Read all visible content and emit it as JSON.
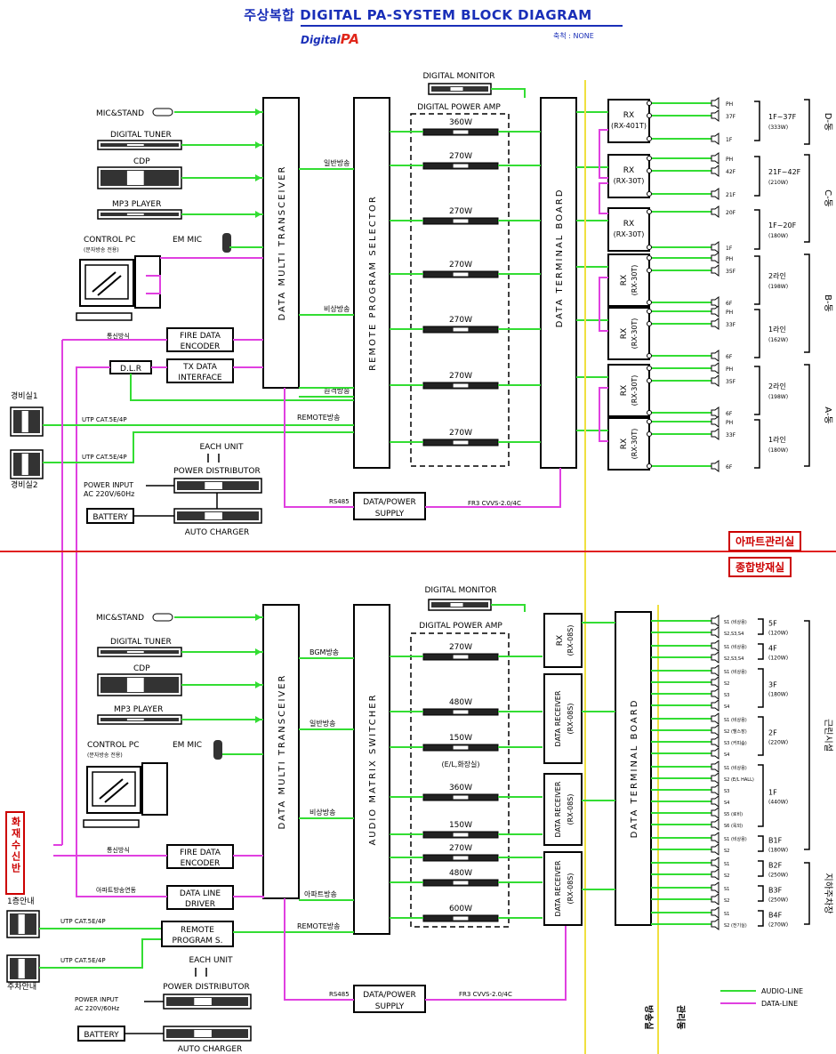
{
  "header": {
    "title": "주상복합 DIGITAL PA-SYSTEM BLOCK DIAGRAM",
    "logo_text": "Digital",
    "logo_accent": "PA",
    "scale": "축척 : NONE"
  },
  "colors": {
    "audio_line": "#33dd33",
    "data_line": "#e040e0",
    "divider": "#e02020",
    "title": "#1a2fb8",
    "vertical_bus": "#f0e040"
  },
  "rooms": {
    "top": "아파트관리실",
    "bottom": "종합방재실",
    "fire_box": "화재수신반"
  },
  "top": {
    "sources": [
      "MIC&STAND",
      "DIGITAL TUNER",
      "CDP",
      "MP3 PLAYER",
      "CONTROL PC",
      "(문자방송 전용)",
      "EM MIC"
    ],
    "transceiver": "DATA MULTI TRANSCEIVER",
    "selector": "REMOTE PROGRAM SELECTOR",
    "terminal": "DATA TERMINAL BOARD",
    "monitor": "DIGITAL MONITOR",
    "amp_title": "DIGITAL POWER AMP",
    "amps": [
      "360W",
      "270W",
      "270W",
      "270W",
      "270W",
      "270W",
      "270W"
    ],
    "fire_encoder": [
      "FIRE DATA",
      "ENCODER"
    ],
    "tx_data": [
      "TX DATA",
      "INTERFACE"
    ],
    "dlr": "D.L.R",
    "comm": "통신방식",
    "ch": [
      "일반방송",
      "비상방송",
      "원격방송",
      "REMOTE방송"
    ],
    "guard1": "경비실1",
    "guard2": "경비실2",
    "utp": "UTP CAT.5E/4P",
    "each_unit": "EACH UNIT",
    "power_dist": "POWER DISTRIBUTOR",
    "power_input": [
      "POWER INPUT",
      "AC 220V/60Hz"
    ],
    "battery": "BATTERY",
    "auto_charger": "AUTO CHARGER",
    "rs485": "RS485",
    "supply": [
      "DATA/POWER",
      "SUPPLY"
    ],
    "cable": "FR3 CVVS-2.0/4C",
    "rx": [
      {
        "name": "RX",
        "model": "(RX-401T)",
        "floors": [
          "PH",
          "37F",
          "1F"
        ],
        "zone": [
          "1F~37F",
          "(333W)"
        ]
      },
      {
        "name": "RX",
        "model": "(RX-30T)",
        "floors": [
          "PH",
          "42F",
          "21F"
        ],
        "zone": [
          "21F~42F",
          "(210W)"
        ]
      },
      {
        "name": "RX",
        "model": "(RX-30T)",
        "floors": [
          "20F",
          "1F"
        ],
        "zone": [
          "1F~20F",
          "(180W)"
        ]
      },
      {
        "name": "RX",
        "model": "(RX-30T)",
        "floors": [
          "PH",
          "35F",
          "6F"
        ],
        "zone": [
          "2라인",
          "(198W)"
        ]
      },
      {
        "name": "RX",
        "model": "(RX-30T)",
        "floors": [
          "PH",
          "33F",
          "6F"
        ],
        "zone": [
          "1라인",
          "(162W)"
        ]
      },
      {
        "name": "RX",
        "model": "(RX-30T)",
        "floors": [
          "PH",
          "35F",
          "6F"
        ],
        "zone": [
          "2라인",
          "(198W)"
        ]
      },
      {
        "name": "RX",
        "model": "(RX-30T)",
        "floors": [
          "PH",
          "33F",
          "6F"
        ],
        "zone": [
          "1라인",
          "(180W)"
        ]
      }
    ],
    "buildings": [
      "D-동",
      "C-동",
      "B-동",
      "A-동"
    ]
  },
  "bottom": {
    "transceiver": "DATA MULTI TRANSCEIVER",
    "switcher": "AUDIO MATRIX SWITCHER",
    "terminal": "DATA TERMINAL BOARD",
    "monitor": "DIGITAL MONITOR",
    "amp_title": "DIGITAL POWER AMP",
    "amps": [
      "270W",
      "480W",
      "150W",
      "360W",
      "150W",
      "270W",
      "480W",
      "600W"
    ],
    "amp_note": "(E/L,화장실)",
    "ch": [
      "BGM방송",
      "일반방송",
      "비상방송",
      "아파트방송",
      "REMOTE방송"
    ],
    "apt_link": "아파트방송연동",
    "data_line_driver": [
      "DATA LINE",
      "DRIVER"
    ],
    "remote_prog": [
      "REMOTE",
      "PROGRAM S."
    ],
    "guide1": "1층안내",
    "guide2": "주차안내",
    "rx_top": [
      "RX",
      "(RX-08S)"
    ],
    "receivers": [
      "DATA RECEIVER",
      "(RX-08S)"
    ],
    "zones": [
      {
        "s": [
          "S1 (비상용)",
          "S2,S3,S4"
        ],
        "label": [
          "5F",
          "(120W)"
        ]
      },
      {
        "s": [
          "S1 (비상용)",
          "S2,S3,S4"
        ],
        "label": [
          "4F",
          "(120W)"
        ]
      },
      {
        "s": [
          "S1 (비상용)",
          "S2",
          "S3",
          "S4"
        ],
        "label": [
          "3F",
          "(180W)"
        ]
      },
      {
        "s": [
          "S1 (비상용)",
          "S2 (헬스장)",
          "S3 (커피숍)",
          "S4"
        ],
        "label": [
          "2F",
          "(220W)"
        ]
      },
      {
        "s": [
          "S1 (비상용)",
          "S2 (E/L HALL)",
          "S3",
          "S4",
          "S5 (로비)",
          "S6 (옥외)"
        ],
        "label": [
          "1F",
          "(440W)"
        ]
      },
      {
        "s": [
          "S1 (비상용)",
          "S2"
        ],
        "label": [
          "B1F",
          "(180W)"
        ]
      },
      {
        "s": [
          "S1",
          "S2"
        ],
        "label": [
          "B2F",
          "(250W)"
        ]
      },
      {
        "s": [
          "S1",
          "S2"
        ],
        "label": [
          "B3F",
          "(250W)"
        ]
      },
      {
        "s": [
          "S1",
          "S2 (전기실)"
        ],
        "label": [
          "B4F",
          "(270W)"
        ]
      }
    ],
    "groups": [
      "근린시설",
      "지하주차장"
    ],
    "bus_labels": [
      "방송실",
      "관리동"
    ]
  },
  "legend": {
    "audio": "AUDIO-LINE",
    "data": "DATA-LINE"
  }
}
